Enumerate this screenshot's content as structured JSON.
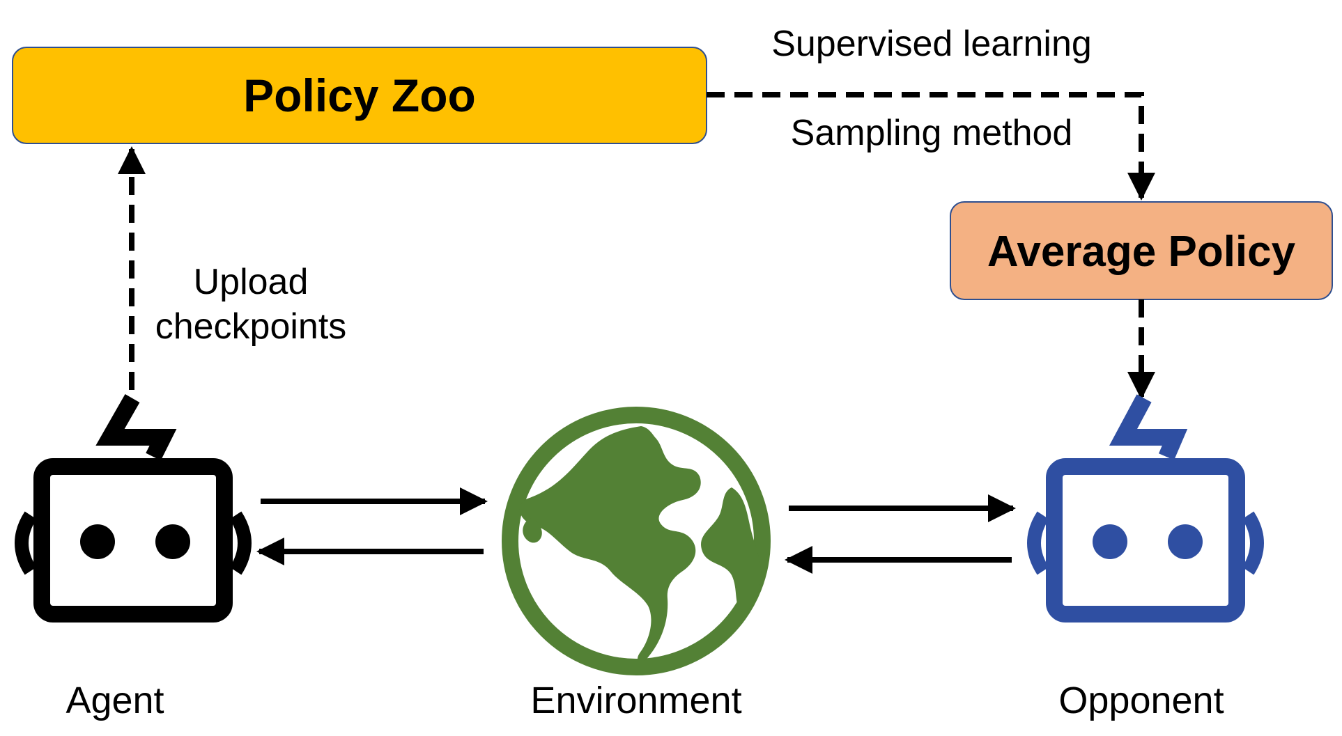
{
  "policy_zoo": {
    "label": "Policy Zoo",
    "color": "#FFC000"
  },
  "average_policy": {
    "label": "Average Policy",
    "color": "#F4B183"
  },
  "edges": {
    "supervised": "Supervised learning",
    "sampling": "Sampling method",
    "upload_line1": "Upload",
    "upload_line2": "checkpoints"
  },
  "nodes": {
    "agent": {
      "label": "Agent",
      "color": "#000000",
      "icon": "robot-icon"
    },
    "environment": {
      "label": "Environment",
      "color": "#538135",
      "icon": "globe-icon"
    },
    "opponent": {
      "label": "Opponent",
      "color": "#2F4FA2",
      "icon": "robot-icon"
    }
  }
}
